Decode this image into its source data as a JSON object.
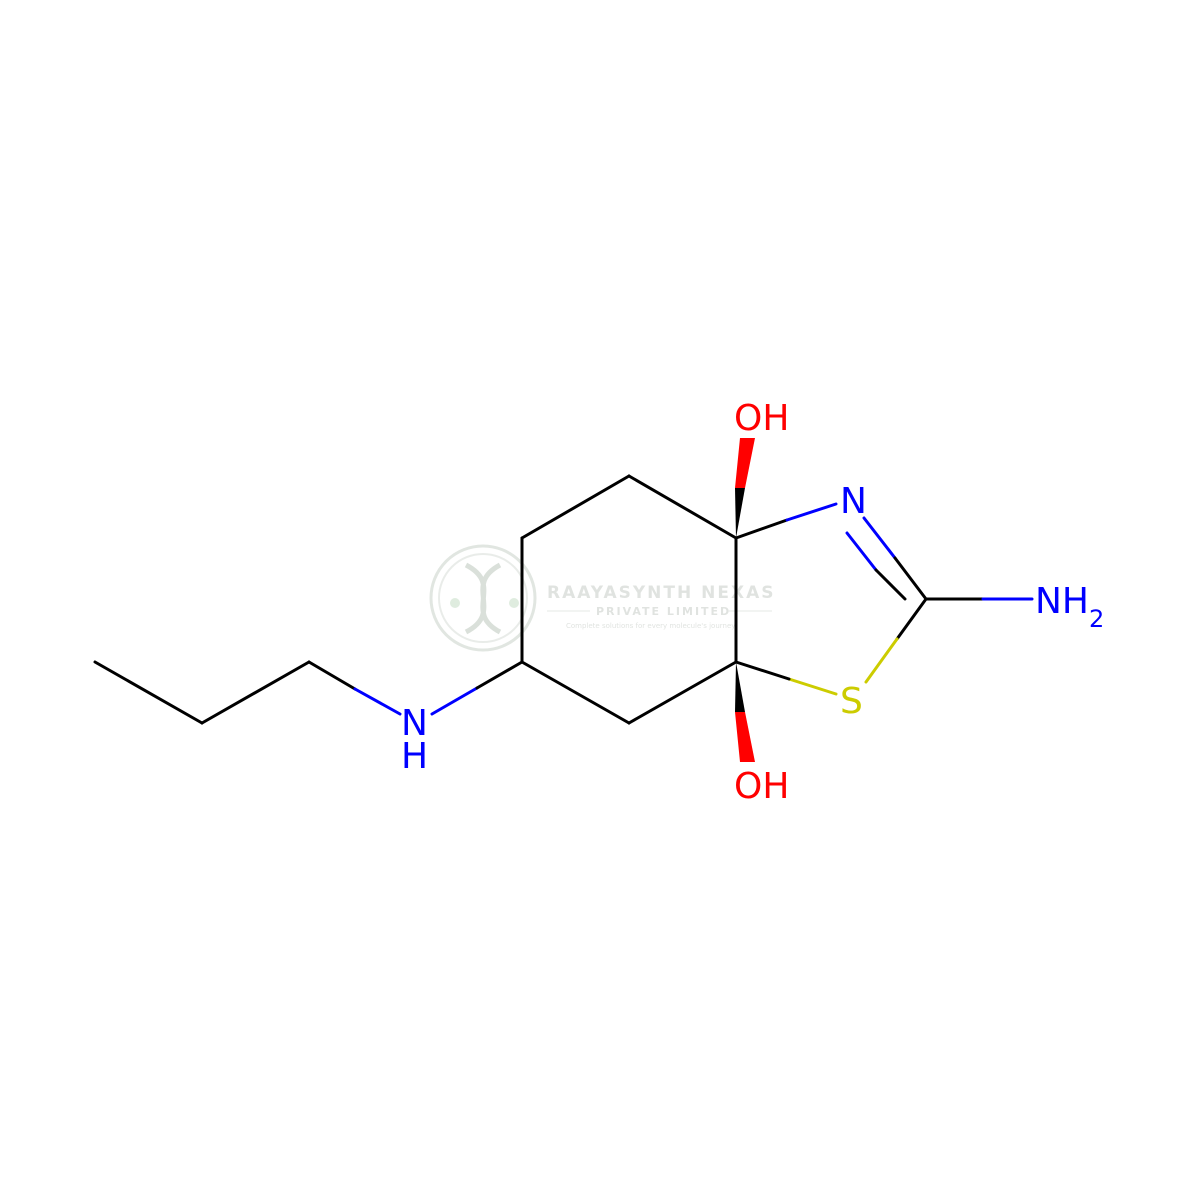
{
  "colors": {
    "bond": "#000000",
    "nitrogen": "#0000FF",
    "oxygen": "#FF0000",
    "sulfur": "#CCCC00",
    "watermark": "#cfd6cf"
  },
  "atoms": {
    "oh_top": "OH",
    "oh_bottom": "OH",
    "ring_n": "N",
    "ring_s": "S",
    "amine_n": "N",
    "amine_h": "H",
    "nh2_main": "NH",
    "nh2_sub": "2"
  },
  "watermark": {
    "company": "RAAYASYNTH NEXAS",
    "subtitle": "PRIVATE LIMITED",
    "tagline": "Complete solutions for every molecule's journey"
  }
}
